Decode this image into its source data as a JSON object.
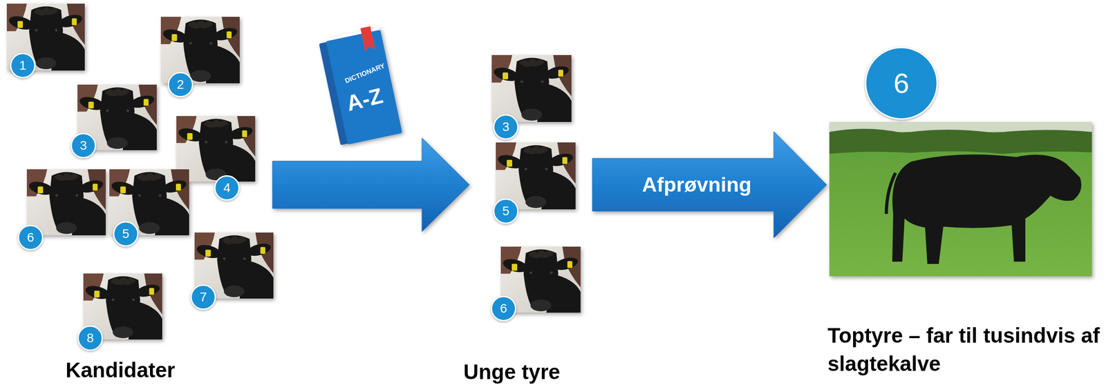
{
  "diagram": {
    "nodes": [
      {
        "text": [
          "Kandidater"
        ]
      },
      {
        "text": [
          "1"
        ],
        "in": 0
      },
      {
        "text": [
          "2"
        ],
        "in": 0
      },
      {
        "text": [
          "3"
        ],
        "in": 0
      },
      {
        "text": [
          "4"
        ],
        "in": 0
      },
      {
        "text": [
          "5"
        ],
        "in": 0
      },
      {
        "text": [
          "6"
        ],
        "in": 0
      },
      {
        "text": [
          "7"
        ],
        "in": 0
      },
      {
        "text": [
          "8"
        ],
        "in": 0
      },
      {
        "text": [
          "Unge tyre"
        ]
      },
      {
        "text": [
          "3"
        ],
        "in": 9
      },
      {
        "text": [
          "5"
        ],
        "in": 9
      },
      {
        "text": [
          "6"
        ],
        "in": 9
      },
      {
        "text": [
          "Toptyre – far til tusindvis af slagtekalve"
        ]
      },
      {
        "text": [
          "6"
        ],
        "in": 13
      }
    ],
    "edges": [
      {
        "from": 0,
        "to": 9,
        "arrow": "to"
      },
      {
        "from": 9,
        "to": 13,
        "label": "Afprøvning",
        "arrow": "to"
      }
    ],
    "labels": [
      "DICTIONARY",
      "A-Z"
    ]
  }
}
